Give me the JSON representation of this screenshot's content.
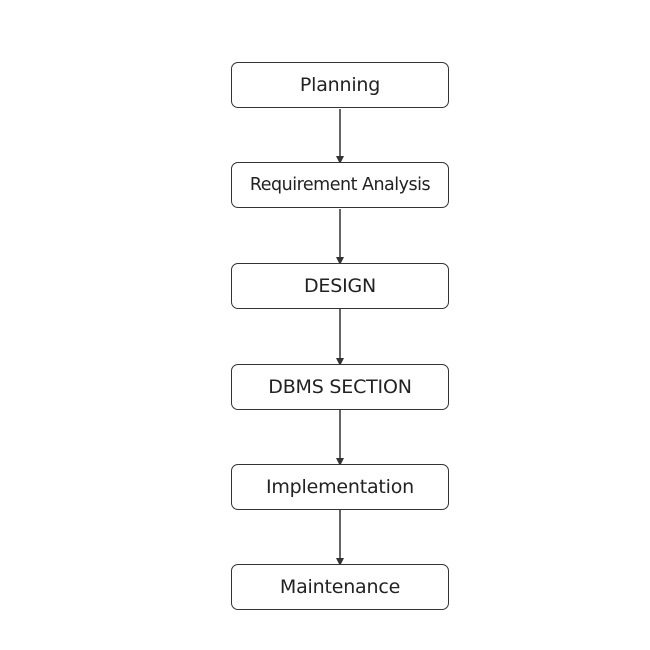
{
  "flowchart": {
    "steps": [
      {
        "label": "Planning"
      },
      {
        "label": "Requirement Analysis"
      },
      {
        "label": "DESIGN"
      },
      {
        "label": "DBMS SECTION"
      },
      {
        "label": "Implementation"
      },
      {
        "label": "Maintenance"
      }
    ],
    "colors": {
      "box_border": "#333333",
      "text": "#222222",
      "arrow": "#333333",
      "background": "#ffffff"
    }
  }
}
